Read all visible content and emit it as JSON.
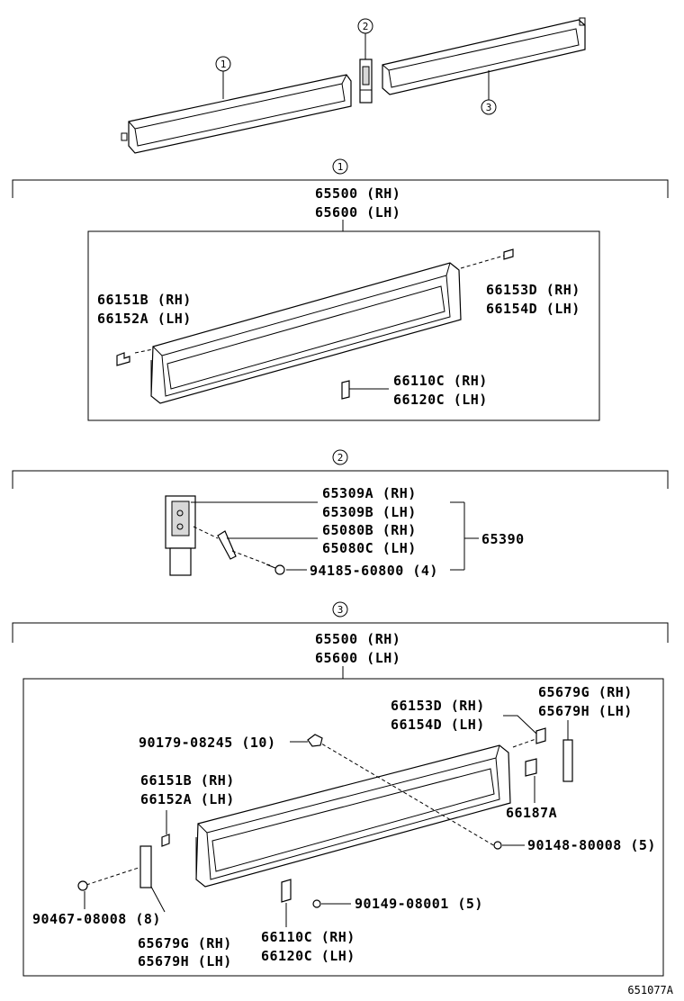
{
  "overview": {
    "callouts": [
      "1",
      "2",
      "3"
    ]
  },
  "section1": {
    "marker": "1",
    "assembly_rh": "65500 (RH)",
    "assembly_lh": "65600 (LH)",
    "parts": [
      {
        "rh": "66151B (RH)",
        "lh": "66152A (LH)"
      },
      {
        "rh": "66153D (RH)",
        "lh": "66154D (LH)"
      },
      {
        "rh": "66110C (RH)",
        "lh": "66120C (LH)"
      }
    ]
  },
  "section2": {
    "marker": "2",
    "parts": [
      "65309A (RH)",
      "65309B (LH)",
      "65080B (RH)",
      "65080C (LH)",
      "94185-60800 (4)"
    ],
    "kit": "65390"
  },
  "section3": {
    "marker": "3",
    "assembly_rh": "65500 (RH)",
    "assembly_lh": "65600 (LH)",
    "parts": [
      {
        "rh": "66153D (RH)",
        "lh": "66154D (LH)"
      },
      {
        "rh": "65679G (RH)",
        "lh": "65679H (LH)"
      },
      {
        "single": "90179-08245 (10)"
      },
      {
        "rh": "66151B (RH)",
        "lh": "66152A (LH)"
      },
      {
        "single": "66187A"
      },
      {
        "single": "90148-80008 (5)"
      },
      {
        "single": "90467-08008 (8)"
      },
      {
        "single": "90149-08001 (5)"
      },
      {
        "rh": "65679G (RH)",
        "lh": "65679H (LH)"
      },
      {
        "rh": "66110C (RH)",
        "lh": "66120C (LH)"
      }
    ]
  },
  "figure_id": "651077A"
}
